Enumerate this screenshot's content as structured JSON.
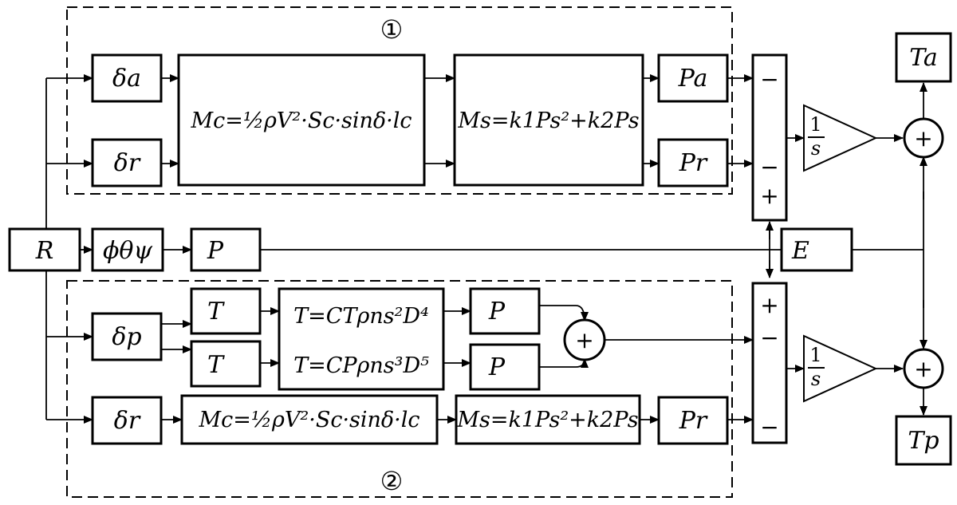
{
  "regions": {
    "upper_label": "①",
    "lower_label": "②"
  },
  "upper": {
    "delta_a": "δa",
    "delta_r": "δr",
    "moment_eq": "Mc=½ρV²·Sc·sinδ·lc",
    "servo_eq": "Ms=k1Ps²+k2Ps",
    "power_a": "Pa",
    "power_r": "Pr"
  },
  "middle": {
    "input": "R",
    "attitude": "ϕθψ",
    "power": "P",
    "energy": "E"
  },
  "lower": {
    "delta_p": "δp",
    "thrust_top": "T",
    "thrust_bottom": "T",
    "thrust_eq": "T=CTρns²D⁴",
    "torque_eq": "T=CPρns³D⁵",
    "power_top": "P",
    "power_bottom": "P",
    "delta_r": "δr",
    "moment_eq": "Mc=½ρV²·Sc·sinδ·lc",
    "servo_eq": "Ms=k1Ps²+k2Ps",
    "power_r": "Pr"
  },
  "combiners": {
    "upper_signs": [
      "−",
      "−",
      "+"
    ],
    "lower_signs": [
      "+",
      "−",
      "−"
    ],
    "plus": "+"
  },
  "integrators": {
    "upper": {
      "num": "1",
      "den": "s"
    },
    "lower": {
      "num": "1",
      "den": "s"
    }
  },
  "outputs": {
    "upper": "Ta",
    "lower": "Tp"
  }
}
